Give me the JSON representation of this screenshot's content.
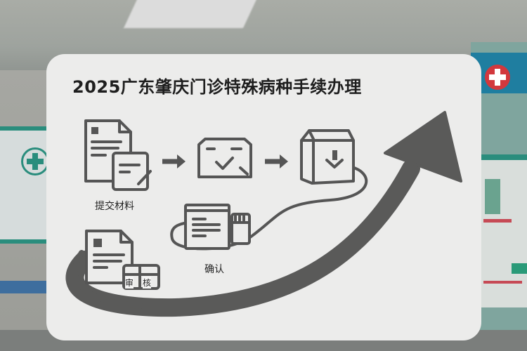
{
  "title": "2025广东肇庆门诊特殊病种手续办理",
  "steps": [
    {
      "id": "submit",
      "label": "提交材料",
      "icon": "document-edit-icon"
    },
    {
      "id": "review",
      "label": "审核",
      "icon": "document-review-icon",
      "stamp_chars": [
        "审",
        "核"
      ]
    },
    {
      "id": "confirm",
      "label": "确认",
      "icon": "form-and-medicine-icon"
    },
    {
      "id": "check",
      "label": "",
      "icon": "envelope-check-icon"
    },
    {
      "id": "receive",
      "label": "",
      "icon": "box-download-icon"
    }
  ],
  "flow": {
    "arrow_color": "#5a5a59",
    "card_color": "#ececeb",
    "connectors": [
      "arrow-right-icon",
      "arrow-right-icon"
    ]
  },
  "background": {
    "scene": "hospital corridor (blurred)",
    "accent_colors": {
      "green": "#2a8d7d",
      "red": "#d2383d",
      "blue": "#1f7ea0"
    }
  }
}
